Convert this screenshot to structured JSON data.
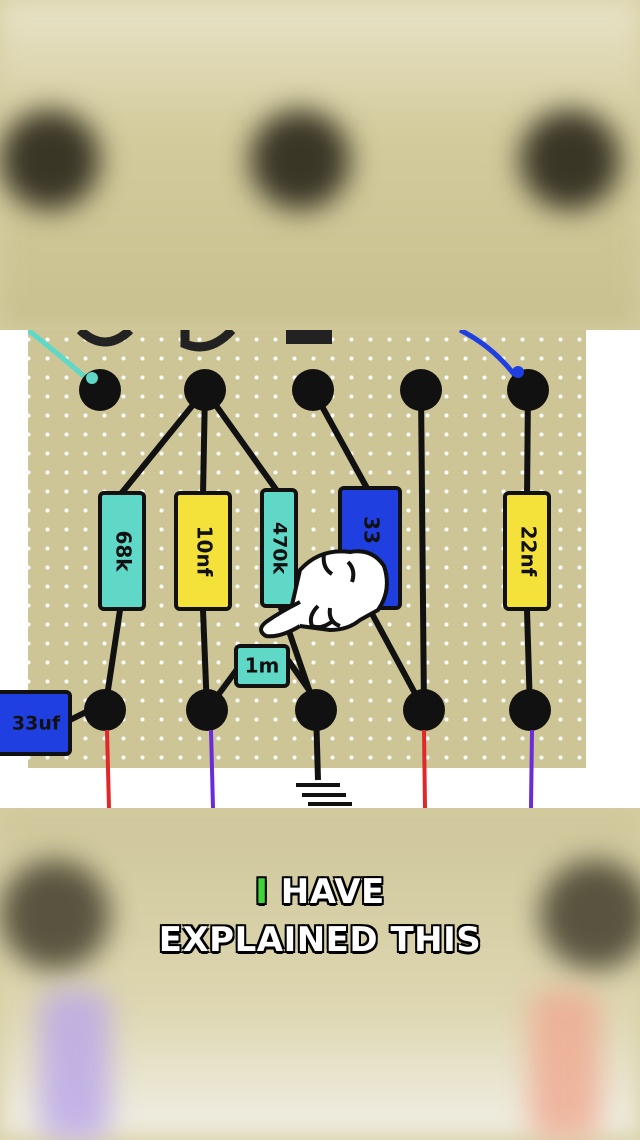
{
  "board": {
    "components": {
      "r68k": "68k",
      "c10nf": "10nf",
      "r470k": "470k",
      "c33": "33",
      "c22nf": "22nf",
      "r1m": "1m",
      "c33uf": "33uf"
    },
    "colors": {
      "board": "#cdc596",
      "teal": "#5fd8c8",
      "yellow": "#f4e23a",
      "blue": "#1f3fe0",
      "red": "#e0282a",
      "purple": "#6a2bd8"
    }
  },
  "caption": {
    "line1_highlight": "I",
    "line1_rest": " HAVE",
    "line2": "EXPLAINED THIS"
  }
}
